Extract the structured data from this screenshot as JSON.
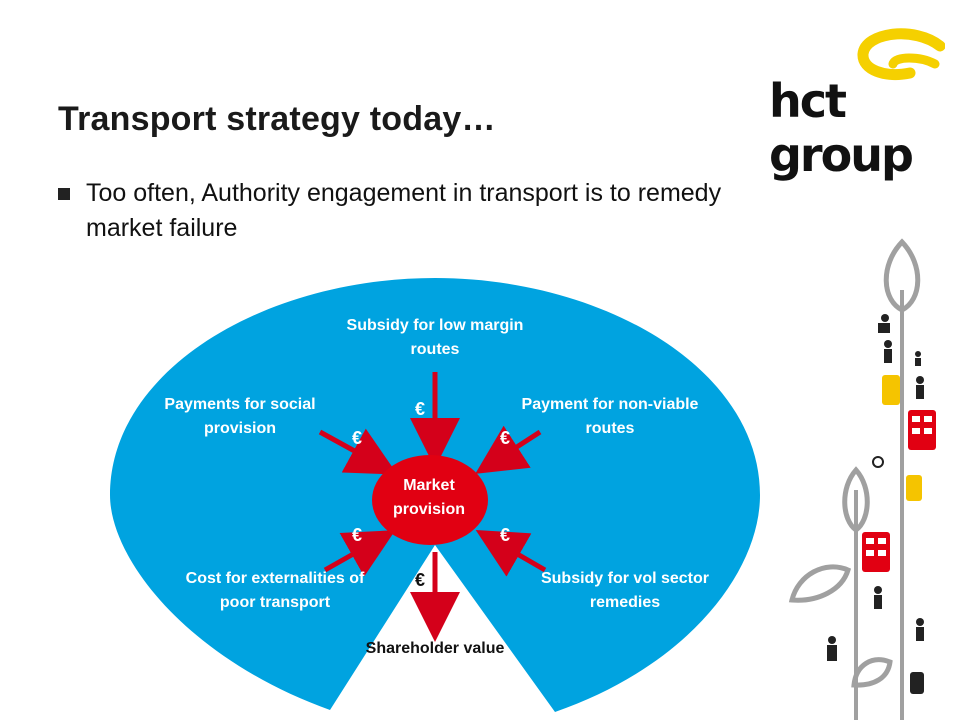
{
  "slide": {
    "title": "Transport strategy today…",
    "bullet": "Too often, Authority engagement in transport is to remedy market failure"
  },
  "logo": {
    "text": "hct group",
    "arc_color": "#f5d000"
  },
  "diagram": {
    "center": "Market provision",
    "top": "Subsidy for low margin routes",
    "left_upper": "Payments for social provision",
    "right_upper": "Payment for non-viable routes",
    "left_lower": "Cost for externalities of poor transport",
    "right_lower": "Subsidy for vol sector remedies",
    "bottom": "Shareholder value",
    "currency": "€",
    "colors": {
      "fan": "#00a3e0",
      "center": "#e10012",
      "arrow": "#d4001a"
    }
  }
}
